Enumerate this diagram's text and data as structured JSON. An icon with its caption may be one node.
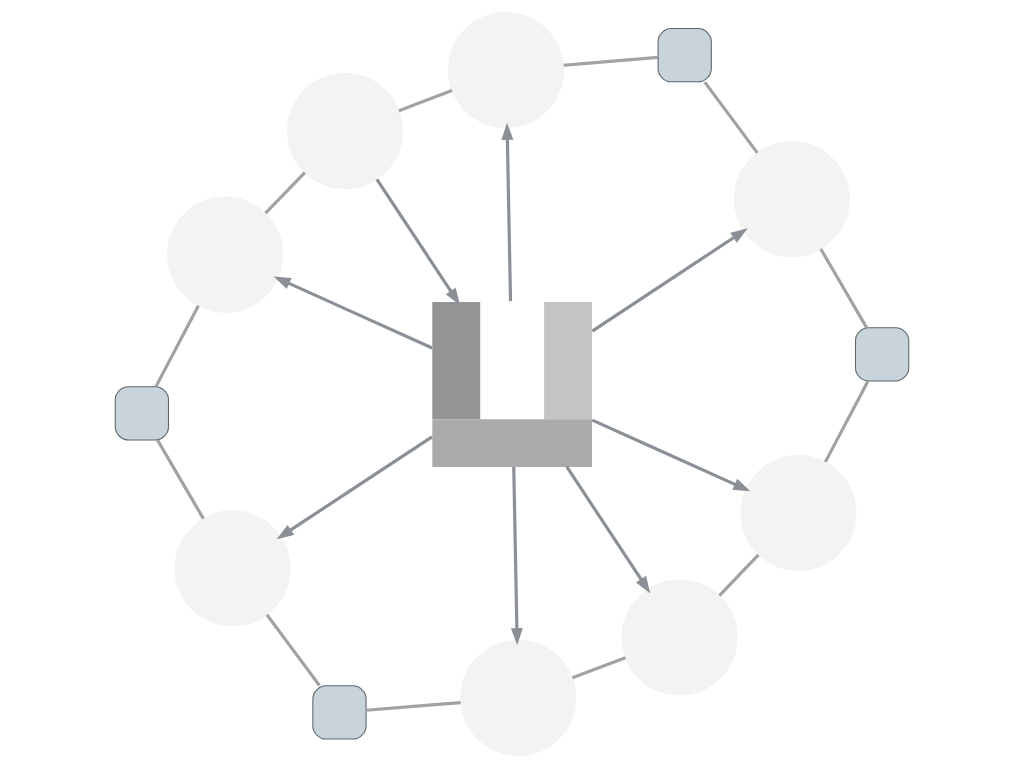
{
  "diagram": {
    "nodes": [
      {
        "text": [],
        "shape": "circle"
      },
      {
        "text": [],
        "shape": "box"
      },
      {
        "text": [],
        "shape": "box"
      },
      {
        "text": [],
        "shape": "circle"
      },
      {
        "text": [],
        "shape": "circle"
      },
      {
        "text": [],
        "shape": "picture"
      },
      {
        "text": [],
        "shape": "circle"
      },
      {
        "text": [],
        "shape": "circle"
      },
      {
        "text": [],
        "shape": "circle"
      },
      {
        "text": [],
        "shape": "circle"
      },
      {
        "text": [],
        "shape": "box"
      },
      {
        "text": [],
        "shape": "box"
      },
      {
        "text": [],
        "shape": "circle"
      }
    ],
    "edges": [
      {
        "from": 0,
        "to": 2,
        "arrow": "none"
      },
      {
        "from": 2,
        "to": 4,
        "arrow": "none"
      },
      {
        "from": 4,
        "to": 7,
        "arrow": "none"
      },
      {
        "from": 7,
        "to": 9,
        "arrow": "none"
      },
      {
        "from": 9,
        "to": 11,
        "arrow": "none"
      },
      {
        "from": 11,
        "to": 12,
        "arrow": "none"
      },
      {
        "from": 12,
        "to": 10,
        "arrow": "none"
      },
      {
        "from": 10,
        "to": 8,
        "arrow": "none"
      },
      {
        "from": 8,
        "to": 6,
        "arrow": "none"
      },
      {
        "from": 6,
        "to": 3,
        "arrow": "none"
      },
      {
        "from": 3,
        "to": 1,
        "arrow": "none"
      },
      {
        "from": 1,
        "to": 0,
        "arrow": "none"
      },
      {
        "from": 5,
        "to": 0,
        "arrow": "to"
      },
      {
        "from": 5,
        "to": 3,
        "arrow": "to"
      },
      {
        "from": 6,
        "to": 5,
        "arrow": "to"
      },
      {
        "from": 5,
        "to": 4,
        "arrow": "to"
      },
      {
        "from": 5,
        "to": 7,
        "arrow": "to"
      },
      {
        "from": 5,
        "to": 8,
        "arrow": "to"
      },
      {
        "from": 5,
        "to": 12,
        "arrow": "to"
      },
      {
        "from": 5,
        "to": 9,
        "arrow": "to"
      }
    ]
  }
}
